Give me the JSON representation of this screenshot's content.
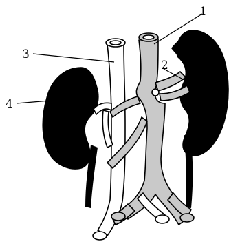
{
  "labels": [
    {
      "id": "1",
      "text": "1"
    },
    {
      "id": "2",
      "text": "2"
    },
    {
      "id": "3",
      "text": "3"
    },
    {
      "id": "4",
      "text": "4"
    }
  ],
  "colors": {
    "organ": "#000000",
    "highlight_vessel": "#c9c9c9",
    "other_vessel": "#ffffff",
    "outline": "#000000"
  }
}
